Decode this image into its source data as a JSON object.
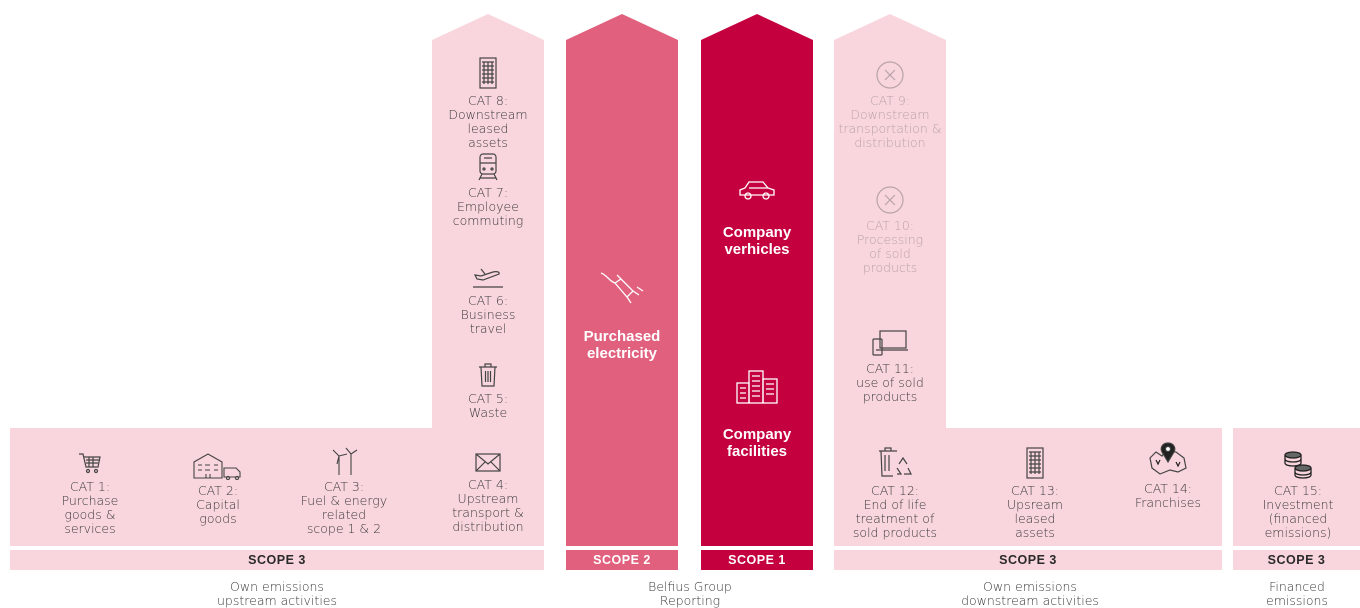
{
  "colors": {
    "light_pink": "#f9d6dd",
    "scope2_pink": "#e0607d",
    "scope1_crimson": "#c4003f",
    "text": "#3a3a3a",
    "muted_text": "#b8a3a8"
  },
  "upstream": {
    "cat1": {
      "label": "CAT 1:\nPurchase\ngoods &\nservices",
      "icon": "shopping-cart-icon"
    },
    "cat2": {
      "label": "CAT 2:\nCapital\ngoods",
      "icon": "building-truck-icon"
    },
    "cat3": {
      "label": "CAT 3:\nFuel & energy\nrelated\nscope 1 & 2",
      "icon": "wind-turbine-icon"
    },
    "cat4": {
      "label": "CAT 4:\nUpstream\ntransport &\ndistribution",
      "icon": "envelope-icon"
    },
    "cat5": {
      "label": "CAT 5:\nWaste",
      "icon": "trash-bin-icon"
    },
    "cat6": {
      "label": "CAT 6:\nBusiness\ntravel",
      "icon": "airplane-icon"
    },
    "cat7": {
      "label": "CAT 7:\nEmployee\ncommuting",
      "icon": "train-icon"
    },
    "cat8": {
      "label": "CAT 8:\nDownstream\nleased\nassets",
      "icon": "office-building-icon"
    }
  },
  "scope2": {
    "label": "Purchased\nelectricity",
    "icon": "plug-icon",
    "bar": "SCOPE 2"
  },
  "scope1": {
    "vehicles": {
      "label": "Company\nverhicles",
      "icon": "car-icon"
    },
    "facilities": {
      "label": "Company\nfacilities",
      "icon": "buildings-icon"
    },
    "bar": "SCOPE 1"
  },
  "downstream": {
    "cat9": {
      "label": "CAT 9:\nDownstream\ntransportation &\ndistribution",
      "icon": "cross-circle-icon"
    },
    "cat10": {
      "label": "CAT 10:\nProcessing\nof sold\nproducts",
      "icon": "cross-circle-icon"
    },
    "cat11": {
      "label": "CAT 11:\nuse of sold\nproducts",
      "icon": "devices-icon"
    },
    "cat12": {
      "label": "CAT 12:\nEnd of life\ntreatment of\nsold products",
      "icon": "recycle-bin-icon"
    },
    "cat13": {
      "label": "CAT 13:\nUpsream\nleased\nassets",
      "icon": "office-building-icon"
    },
    "cat14": {
      "label": "CAT 14:\nFranchises",
      "icon": "map-pin-icon"
    }
  },
  "financed": {
    "cat15": {
      "label": "CAT 15:\nInvestment\n(financed\nemissions)",
      "icon": "coins-icon"
    }
  },
  "bars": {
    "upstream": "SCOPE 3",
    "downstream": "SCOPE 3",
    "financed": "SCOPE 3"
  },
  "footers": {
    "upstream": "Own emissions\nupstream activities",
    "group": "Belfius Group\nReporting",
    "downstream": "Own emissions\ndownstream activities",
    "financed": "Financed\nemissions"
  }
}
